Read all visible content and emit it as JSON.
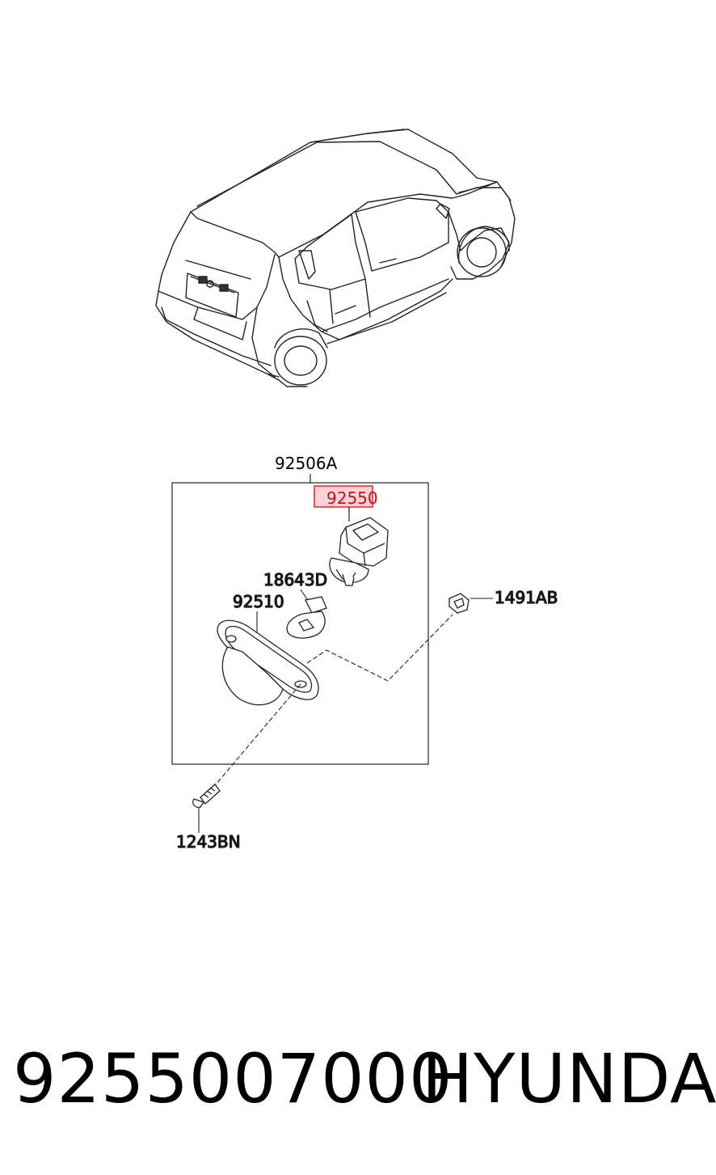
{
  "callouts": {
    "assembly": "92506A",
    "socket": "92550",
    "bulb": "18643D",
    "lens": "92510",
    "clip": "1491AB",
    "screw": "1243BN"
  },
  "highlight": {
    "target": "92550",
    "color": "#e0202a",
    "fill": "#f9d5d8"
  },
  "footer": {
    "part_number": "9255007000",
    "brand": "HYUNDAI"
  }
}
